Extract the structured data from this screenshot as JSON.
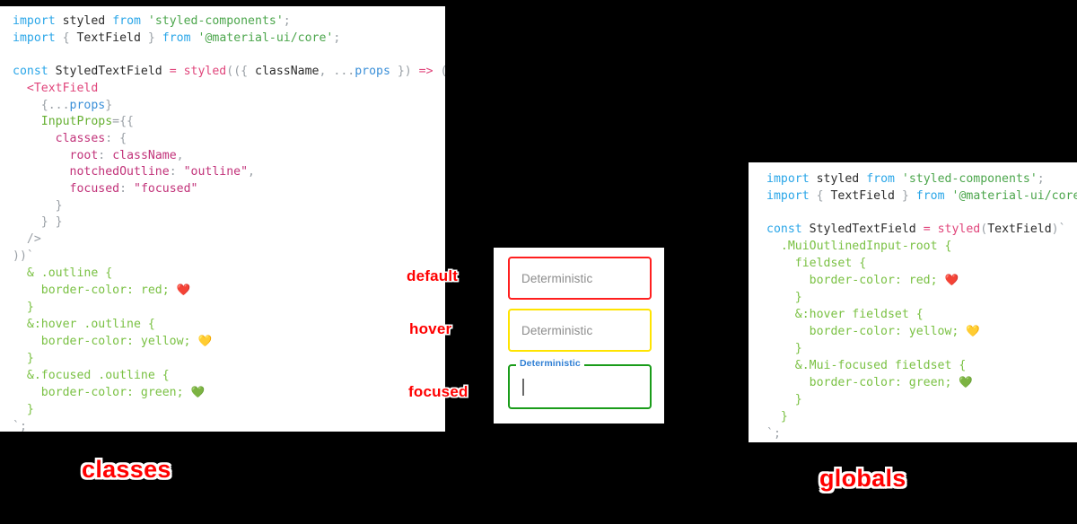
{
  "background_color": "#000000",
  "panels": {
    "classes": {
      "caption": "classes",
      "code_lines": [
        [
          {
            "t": "kw",
            "s": "import"
          },
          {
            "t": "sp",
            "s": " "
          },
          {
            "t": "plain",
            "s": "styled"
          },
          {
            "t": "sp",
            "s": " "
          },
          {
            "t": "kw",
            "s": "from"
          },
          {
            "t": "sp",
            "s": " "
          },
          {
            "t": "str",
            "s": "'styled-components'"
          },
          {
            "t": "punc",
            "s": ";"
          }
        ],
        [
          {
            "t": "kw",
            "s": "import"
          },
          {
            "t": "sp",
            "s": " "
          },
          {
            "t": "punc",
            "s": "{ "
          },
          {
            "t": "plain",
            "s": "TextField"
          },
          {
            "t": "punc",
            "s": " } "
          },
          {
            "t": "kw",
            "s": "from"
          },
          {
            "t": "sp",
            "s": " "
          },
          {
            "t": "str",
            "s": "'@material-ui/core'"
          },
          {
            "t": "punc",
            "s": ";"
          }
        ],
        [],
        [
          {
            "t": "kw",
            "s": "const"
          },
          {
            "t": "sp",
            "s": " "
          },
          {
            "t": "plain",
            "s": "StyledTextField"
          },
          {
            "t": "sp",
            "s": " "
          },
          {
            "t": "op",
            "s": "="
          },
          {
            "t": "sp",
            "s": " "
          },
          {
            "t": "fn",
            "s": "styled"
          },
          {
            "t": "punc",
            "s": "(({ "
          },
          {
            "t": "plain",
            "s": "className"
          },
          {
            "t": "punc",
            "s": ", "
          },
          {
            "t": "punc",
            "s": "..."
          },
          {
            "t": "blue",
            "s": "props"
          },
          {
            "t": "punc",
            "s": " }) "
          },
          {
            "t": "op",
            "s": "=>"
          },
          {
            "t": "punc",
            "s": " ("
          }
        ],
        [
          {
            "t": "sp",
            "s": "  "
          },
          {
            "t": "fn",
            "s": "<TextField"
          }
        ],
        [
          {
            "t": "sp",
            "s": "    "
          },
          {
            "t": "punc",
            "s": "{..."
          },
          {
            "t": "blue",
            "s": "props"
          },
          {
            "t": "punc",
            "s": "}"
          }
        ],
        [
          {
            "t": "sp",
            "s": "    "
          },
          {
            "t": "green",
            "s": "InputProps"
          },
          {
            "t": "punc",
            "s": "={{"
          }
        ],
        [
          {
            "t": "sp",
            "s": "      "
          },
          {
            "t": "key",
            "s": "classes"
          },
          {
            "t": "punc",
            "s": ": {"
          }
        ],
        [
          {
            "t": "sp",
            "s": "        "
          },
          {
            "t": "key",
            "s": "root"
          },
          {
            "t": "punc",
            "s": ": "
          },
          {
            "t": "val",
            "s": "className"
          },
          {
            "t": "punc",
            "s": ","
          }
        ],
        [
          {
            "t": "sp",
            "s": "        "
          },
          {
            "t": "key",
            "s": "notchedOutline"
          },
          {
            "t": "punc",
            "s": ": "
          },
          {
            "t": "val",
            "s": "\"outline\""
          },
          {
            "t": "punc",
            "s": ","
          }
        ],
        [
          {
            "t": "sp",
            "s": "        "
          },
          {
            "t": "key",
            "s": "focused"
          },
          {
            "t": "punc",
            "s": ": "
          },
          {
            "t": "val",
            "s": "\"focused\""
          }
        ],
        [
          {
            "t": "sp",
            "s": "      "
          },
          {
            "t": "punc",
            "s": "}"
          }
        ],
        [
          {
            "t": "sp",
            "s": "    "
          },
          {
            "t": "punc",
            "s": "} }"
          }
        ],
        [
          {
            "t": "sp",
            "s": "  "
          },
          {
            "t": "punc",
            "s": "/>"
          }
        ],
        [
          {
            "t": "punc",
            "s": "))"
          },
          {
            "t": "tick",
            "s": "`"
          }
        ],
        [
          {
            "t": "sp",
            "s": "  "
          },
          {
            "t": "css",
            "s": "& .outline {"
          }
        ],
        [
          {
            "t": "sp",
            "s": "    "
          },
          {
            "t": "css",
            "s": "border-color: red; "
          },
          {
            "t": "emoji",
            "s": "❤️"
          }
        ],
        [
          {
            "t": "sp",
            "s": "  "
          },
          {
            "t": "css",
            "s": "}"
          }
        ],
        [
          {
            "t": "sp",
            "s": "  "
          },
          {
            "t": "css",
            "s": "&:hover .outline {"
          }
        ],
        [
          {
            "t": "sp",
            "s": "    "
          },
          {
            "t": "css",
            "s": "border-color: yellow; "
          },
          {
            "t": "emoji",
            "s": "💛"
          }
        ],
        [
          {
            "t": "sp",
            "s": "  "
          },
          {
            "t": "css",
            "s": "}"
          }
        ],
        [
          {
            "t": "sp",
            "s": "  "
          },
          {
            "t": "css",
            "s": "&.focused .outline {"
          }
        ],
        [
          {
            "t": "sp",
            "s": "    "
          },
          {
            "t": "css",
            "s": "border-color: green; "
          },
          {
            "t": "emoji",
            "s": "💚"
          }
        ],
        [
          {
            "t": "sp",
            "s": "  "
          },
          {
            "t": "css",
            "s": "}"
          }
        ],
        [
          {
            "t": "tick",
            "s": "`"
          },
          {
            "t": "punc",
            "s": ";"
          }
        ]
      ]
    },
    "globals": {
      "caption": "globals",
      "code_lines": [
        [
          {
            "t": "kw",
            "s": "import"
          },
          {
            "t": "sp",
            "s": " "
          },
          {
            "t": "plain",
            "s": "styled"
          },
          {
            "t": "sp",
            "s": " "
          },
          {
            "t": "kw",
            "s": "from"
          },
          {
            "t": "sp",
            "s": " "
          },
          {
            "t": "str",
            "s": "'styled-components'"
          },
          {
            "t": "punc",
            "s": ";"
          }
        ],
        [
          {
            "t": "kw",
            "s": "import"
          },
          {
            "t": "sp",
            "s": " "
          },
          {
            "t": "punc",
            "s": "{ "
          },
          {
            "t": "plain",
            "s": "TextField"
          },
          {
            "t": "punc",
            "s": " } "
          },
          {
            "t": "kw",
            "s": "from"
          },
          {
            "t": "sp",
            "s": " "
          },
          {
            "t": "str",
            "s": "'@material-ui/core'"
          },
          {
            "t": "punc",
            "s": ";"
          }
        ],
        [],
        [
          {
            "t": "kw",
            "s": "const"
          },
          {
            "t": "sp",
            "s": " "
          },
          {
            "t": "plain",
            "s": "StyledTextField"
          },
          {
            "t": "sp",
            "s": " "
          },
          {
            "t": "op",
            "s": "="
          },
          {
            "t": "sp",
            "s": " "
          },
          {
            "t": "fn",
            "s": "styled"
          },
          {
            "t": "punc",
            "s": "("
          },
          {
            "t": "plain",
            "s": "TextField"
          },
          {
            "t": "punc",
            "s": ")"
          },
          {
            "t": "tick",
            "s": "`"
          }
        ],
        [
          {
            "t": "sp",
            "s": "  "
          },
          {
            "t": "css",
            "s": ".MuiOutlinedInput-root {"
          }
        ],
        [
          {
            "t": "sp",
            "s": "    "
          },
          {
            "t": "css",
            "s": "fieldset {"
          }
        ],
        [
          {
            "t": "sp",
            "s": "      "
          },
          {
            "t": "css",
            "s": "border-color: red; "
          },
          {
            "t": "emoji",
            "s": "❤️"
          }
        ],
        [
          {
            "t": "sp",
            "s": "    "
          },
          {
            "t": "css",
            "s": "}"
          }
        ],
        [
          {
            "t": "sp",
            "s": "    "
          },
          {
            "t": "css",
            "s": "&:hover fieldset {"
          }
        ],
        [
          {
            "t": "sp",
            "s": "      "
          },
          {
            "t": "css",
            "s": "border-color: yellow; "
          },
          {
            "t": "emoji",
            "s": "💛"
          }
        ],
        [
          {
            "t": "sp",
            "s": "    "
          },
          {
            "t": "css",
            "s": "}"
          }
        ],
        [
          {
            "t": "sp",
            "s": "    "
          },
          {
            "t": "css",
            "s": "&.Mui-focused fieldset {"
          }
        ],
        [
          {
            "t": "sp",
            "s": "      "
          },
          {
            "t": "css",
            "s": "border-color: green; "
          },
          {
            "t": "emoji",
            "s": "💚"
          }
        ],
        [
          {
            "t": "sp",
            "s": "    "
          },
          {
            "t": "css",
            "s": "}"
          }
        ],
        [
          {
            "t": "sp",
            "s": "  "
          },
          {
            "t": "css",
            "s": "}"
          }
        ],
        [
          {
            "t": "tick",
            "s": "`"
          },
          {
            "t": "punc",
            "s": ";"
          }
        ]
      ]
    }
  },
  "demo": {
    "fields": [
      {
        "state": "default",
        "placeholder": "Deterministic",
        "border_color": "#ff1f1f",
        "focused": false
      },
      {
        "state": "hover",
        "placeholder": "Deterministic",
        "border_color": "#ffe400",
        "focused": false
      },
      {
        "state": "focused",
        "label": "Deterministic",
        "border_color": "#1a9c1a",
        "label_color": "#2f7fd4",
        "focused": true,
        "value": ""
      }
    ]
  },
  "annotations": {
    "default": "default",
    "hover": "hover",
    "focused": "focused",
    "color": "#ff0000"
  }
}
